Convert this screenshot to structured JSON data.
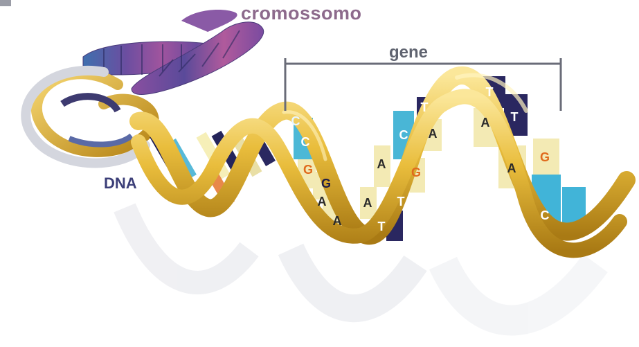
{
  "labels": {
    "chromosome": "cromossomo",
    "gene": "gene",
    "dna": "DNA"
  },
  "bases": [
    {
      "letter": "C",
      "color": "#e8f6ff"
    },
    {
      "letter": "C",
      "color": "#ffffff"
    },
    {
      "letter": "G",
      "color": "#e06a1c"
    },
    {
      "letter": "G",
      "color": "#1d1b48"
    },
    {
      "letter": "A",
      "color": "#2a2a2a"
    },
    {
      "letter": "A",
      "color": "#2a2a2a"
    },
    {
      "letter": "A",
      "color": "#2a2a2a"
    },
    {
      "letter": "A",
      "color": "#2a2a2a"
    },
    {
      "letter": "T",
      "color": "#ffffff"
    },
    {
      "letter": "T",
      "color": "#ffffff"
    },
    {
      "letter": "C",
      "color": "#ffffff"
    },
    {
      "letter": "G",
      "color": "#e06a1c"
    },
    {
      "letter": "T",
      "color": "#ffffff"
    },
    {
      "letter": "A",
      "color": "#2a2a2a"
    },
    {
      "letter": "T",
      "color": "#ffffff"
    },
    {
      "letter": "A",
      "color": "#2a2a2a"
    },
    {
      "letter": "T",
      "color": "#ffffff"
    },
    {
      "letter": "A",
      "color": "#2a2a2a"
    },
    {
      "letter": "G",
      "color": "#e06a1c"
    },
    {
      "letter": "C",
      "color": "#ffffff"
    }
  ],
  "colors": {
    "backbone": "#e6b83a",
    "backbone_shade": "#b8871a",
    "chromatid_a": "#5b4a9c",
    "chromatid_b": "#9c4a8e",
    "accent": "#4a6ea8"
  }
}
